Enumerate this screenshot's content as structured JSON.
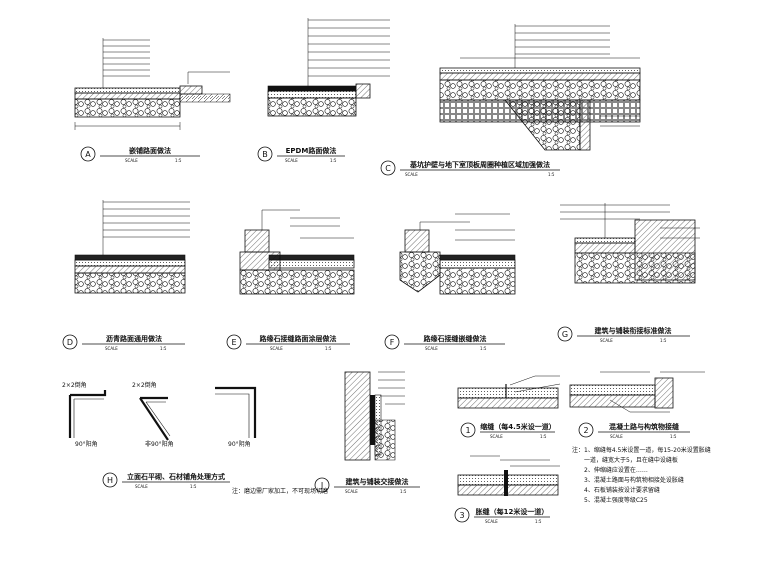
{
  "sheet": {
    "background": "#ffffff",
    "line_color": "#111111"
  },
  "details": {
    "A": {
      "marker": "A",
      "title": "嵌铺路面做法",
      "scale_label": "SCALE",
      "scale_value": "1:5"
    },
    "B": {
      "marker": "B",
      "title": "EPDM路面做法",
      "scale_label": "SCALE",
      "scale_value": "1:5"
    },
    "C": {
      "marker": "C",
      "title": "基坑护壁与地下室顶板周圈种植区域加强做法",
      "scale_label": "SCALE",
      "scale_value": "1:5"
    },
    "D": {
      "marker": "D",
      "title": "沥青路面通用做法",
      "scale_label": "SCALE",
      "scale_value": "1:5"
    },
    "E": {
      "marker": "E",
      "title": "路缘石接缝路面涂层做法",
      "scale_label": "SCALE",
      "scale_value": "1:5"
    },
    "F": {
      "marker": "F",
      "title": "路缘石接缝嵌缝做法",
      "scale_label": "SCALE",
      "scale_value": "1:5"
    },
    "G": {
      "marker": "G",
      "title": "建筑与铺装衔接标准做法",
      "scale_label": "SCALE",
      "scale_value": "1:5"
    },
    "H": {
      "marker": "H",
      "title": "立面石平砌、石材铺角处理方式",
      "scale_label": "SCALE",
      "scale_value": "1:5",
      "note": "注：磨边需厂家加工，不可现场切磨",
      "corner_labels": [
        "90°阳角",
        "非90°阳角",
        "90°阴角"
      ],
      "chamfer_labels": [
        "2×2倒角",
        "2×2倒角"
      ]
    },
    "J": {
      "marker": "J",
      "title": "建筑与铺装交接做法",
      "scale_label": "SCALE",
      "scale_value": "1:5"
    },
    "S1": {
      "marker": "1",
      "title": "缩缝（每4.5米设一道）",
      "scale_label": "SCALE",
      "scale_value": "1:5"
    },
    "S2": {
      "marker": "2",
      "title": "混凝土路与构筑物接缝",
      "scale_label": "SCALE",
      "scale_value": "1:5"
    },
    "S3": {
      "marker": "3",
      "title": "胀缝（每12米设一道）",
      "scale_label": "SCALE",
      "scale_value": "1:5"
    }
  },
  "notes": {
    "heading": "注：",
    "lines": [
      "1、缩缝每4.5米设置一道，每15-20米设置胀缝",
      "一道，缝宽大于5，且在缝中设缝板",
      "2、伸缩缝应设置在……",
      "3、混凝土路面与构筑物相接处设胀缝",
      "4、石板铺装按设计要求留缝",
      "5、混凝土强度等级C25"
    ]
  }
}
